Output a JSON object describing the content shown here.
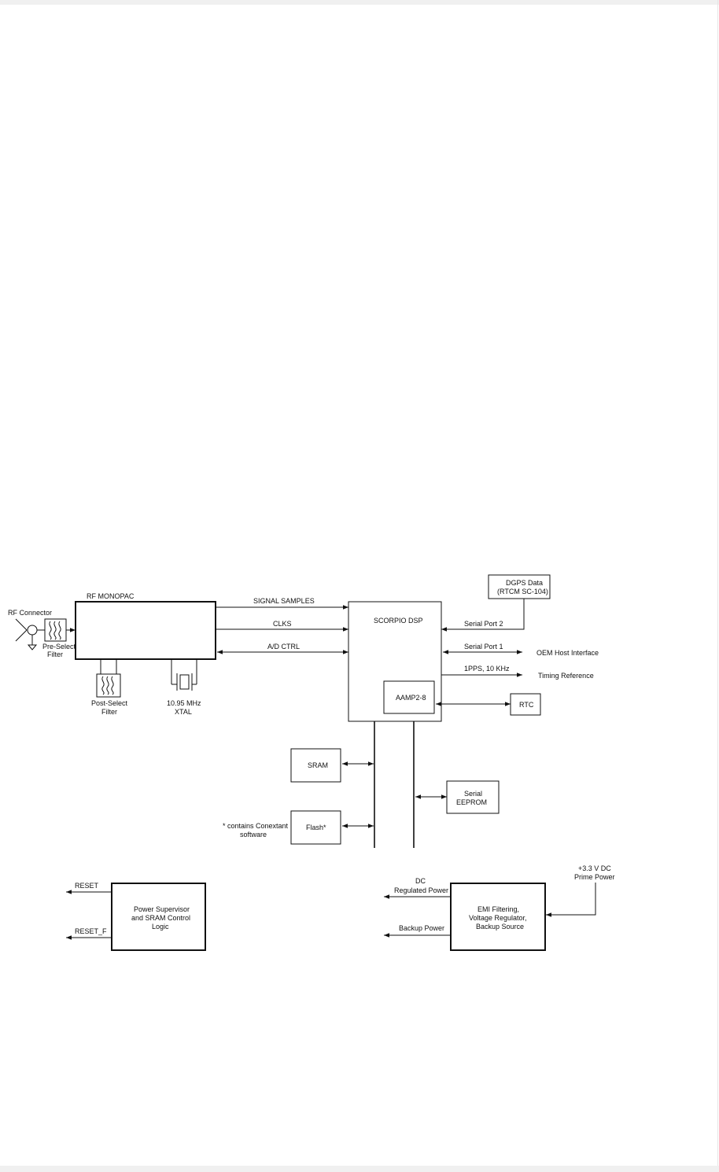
{
  "labels": {
    "rf_connector": "RF Connector",
    "pre_select_1": "Pre-Select",
    "pre_select_2": "Filter",
    "rf_monopac": "RF MONOPAC",
    "post_select_1": "Post-Select",
    "post_select_2": "Filter",
    "xtal_1": "10.95 MHz",
    "xtal_2": "XTAL",
    "signal_samples": "SIGNAL SAMPLES",
    "clks": "CLKS",
    "ad_ctrl": "A/D CTRL",
    "scorpio_dsp": "SCORPIO DSP",
    "aamp": "AAMP2-8",
    "dgps_1": "DGPS Data",
    "dgps_2": "(RTCM SC-104)",
    "serial_port_2": "Serial Port 2",
    "serial_port_1": "Serial Port 1",
    "oem_host": "OEM Host Interface",
    "pps": "1PPS, 10 KHz",
    "timing_ref": "Timing Reference",
    "rtc": "RTC",
    "sram": "SRAM",
    "serial_eeprom_1": "Serial",
    "serial_eeprom_2": "EEPROM",
    "flash": "Flash*",
    "flash_note_1": "* contains Conextant",
    "flash_note_2": "software",
    "reset": "RESET",
    "reset_f": "RESET_F",
    "power_sup_1": "Power Supervisor",
    "power_sup_2": "and SRAM Control",
    "power_sup_3": "Logic",
    "dc_1": "DC",
    "dc_2": "Regulated Power",
    "backup_power": "Backup Power",
    "emi_1": "EMI Filtering,",
    "emi_2": "Voltage Regulator,",
    "emi_3": "Backup Source",
    "prime_1": "+3.3 V DC",
    "prime_2": "Prime Power"
  }
}
